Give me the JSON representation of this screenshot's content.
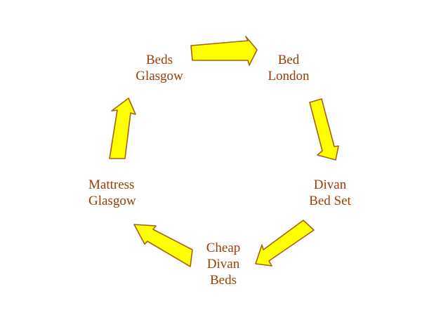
{
  "colors": {
    "label": "#9a3d08",
    "arrow_fill": "#ffff00",
    "arrow_stroke": "#a8601a",
    "background": "#ffffff"
  },
  "diagram": {
    "type": "cycle",
    "nodes": [
      {
        "lines": [
          "Beds",
          "Glasgow"
        ]
      },
      {
        "lines": [
          "Bed",
          "London"
        ]
      },
      {
        "lines": [
          "Divan",
          "Bed Set"
        ]
      },
      {
        "lines": [
          "Cheap",
          "Divan",
          "Beds"
        ]
      },
      {
        "lines": [
          "Mattress",
          "Glasgow"
        ]
      }
    ],
    "edges": [
      {
        "from": 0,
        "to": 1
      },
      {
        "from": 1,
        "to": 2
      },
      {
        "from": 2,
        "to": 3
      },
      {
        "from": 3,
        "to": 4
      },
      {
        "from": 4,
        "to": 0
      }
    ]
  }
}
